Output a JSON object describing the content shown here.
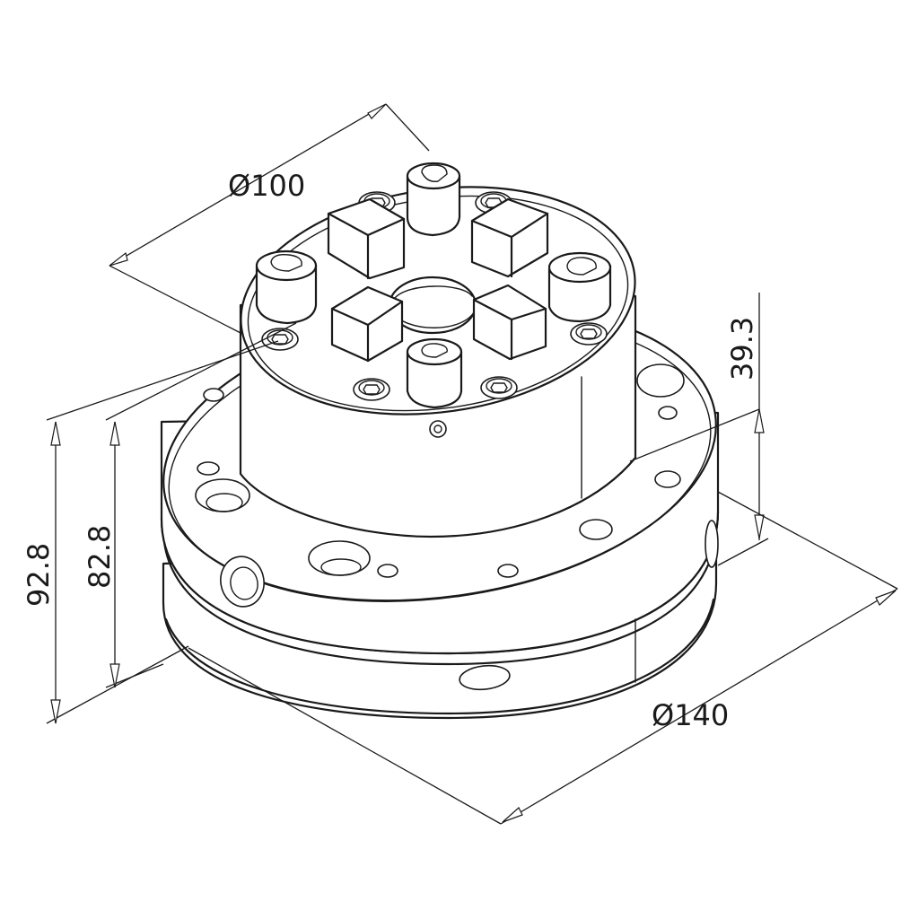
{
  "dimensions": {
    "top_diameter": "Ø100",
    "base_diameter": "Ø140",
    "overall_height": "92.8",
    "body_height": "82.8",
    "top_height": "39.3"
  },
  "colors": {
    "line": "#1a1a1a",
    "background": "#ffffff"
  }
}
